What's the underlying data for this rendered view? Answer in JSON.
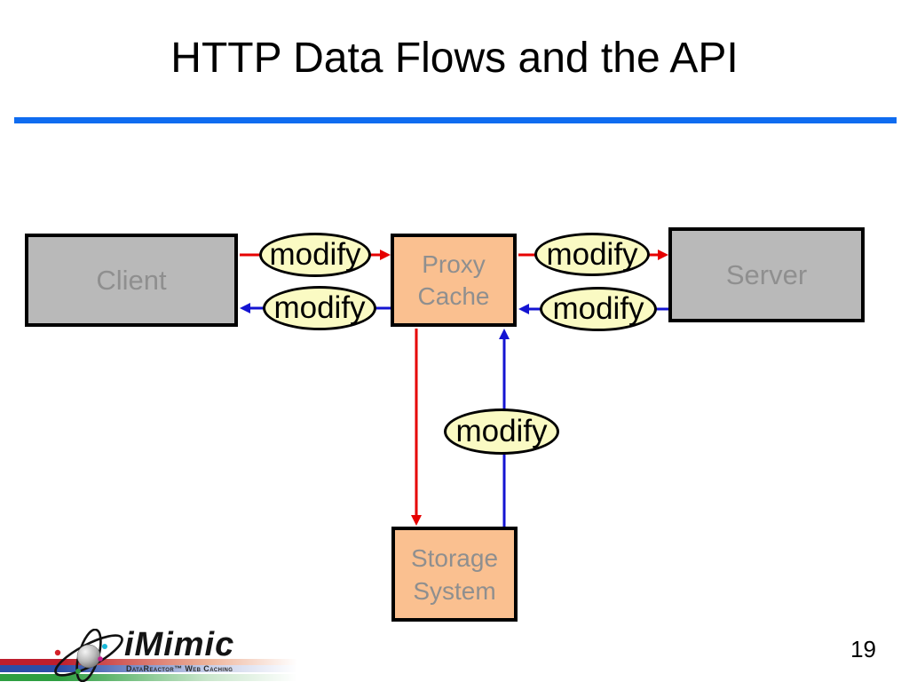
{
  "slide": {
    "title": "HTTP Data Flows and the API",
    "divider_color": "#0f6cf0"
  },
  "diagram": {
    "nodes": {
      "client": {
        "label": "Client"
      },
      "proxy": {
        "label": "Proxy\nCache"
      },
      "server": {
        "label": "Server"
      },
      "storage": {
        "label": "Storage\nSystem"
      }
    },
    "flow_labels": [
      {
        "id": "client-to-proxy",
        "label": "modify"
      },
      {
        "id": "proxy-to-client",
        "label": "modify"
      },
      {
        "id": "proxy-to-server",
        "label": "modify"
      },
      {
        "id": "server-to-proxy",
        "label": "modify"
      },
      {
        "id": "storage-to-proxy",
        "label": "modify"
      }
    ],
    "colors": {
      "request_arrow_red": "#e60000",
      "response_arrow_blue": "#1414d2",
      "node_gray_fill": "#b9b9b9",
      "node_orange_fill": "#fac090",
      "node_text_gray": "#8f8f8f",
      "label_ellipse_yellow": "#fafac3"
    }
  },
  "footer": {
    "brand": "iMimic",
    "tagline": "DataReactor™ Web Caching",
    "page_number": "19"
  }
}
